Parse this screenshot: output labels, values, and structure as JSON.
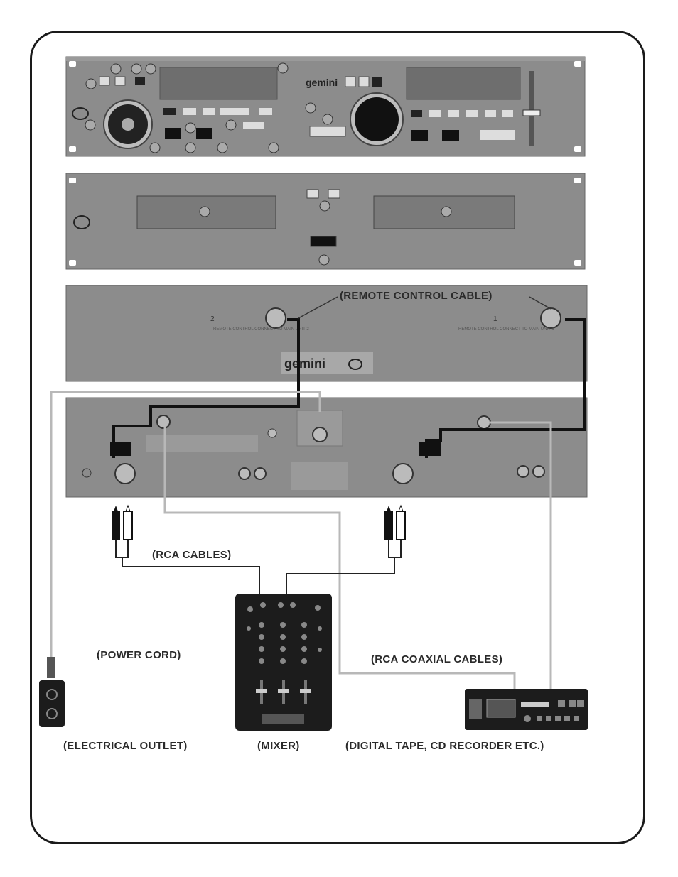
{
  "labels": {
    "remote_control_cable": "(REMOTE CONTROL CABLE)",
    "rca_cables": "(RCA CABLES)",
    "power_cord": "(POWER CORD)",
    "rca_coaxial_cables": "(RCA COAXIAL CABLES)",
    "electrical_outlet": "(ELECTRICAL OUTLET)",
    "mixer": "(MIXER)",
    "recorder": "(DIGITAL TAPE, CD RECORDER ETC.)"
  },
  "brand": {
    "logo_text": "gemini"
  },
  "rear_control_panel": {
    "port_number_left": "2",
    "port_number_right": "1",
    "port_caption_left": "REMOTE CONTROL CONNECT TO MAIN UNIT 2",
    "port_caption_right": "REMOTE CONTROL CONNECT TO MAIN UNIT 1"
  },
  "colors": {
    "panel": "#8a8a8a",
    "panel_dark": "#5e5e5e",
    "cable_black": "#111111",
    "cable_grey": "#b8b8b8",
    "frame": "#1a1a1a"
  }
}
